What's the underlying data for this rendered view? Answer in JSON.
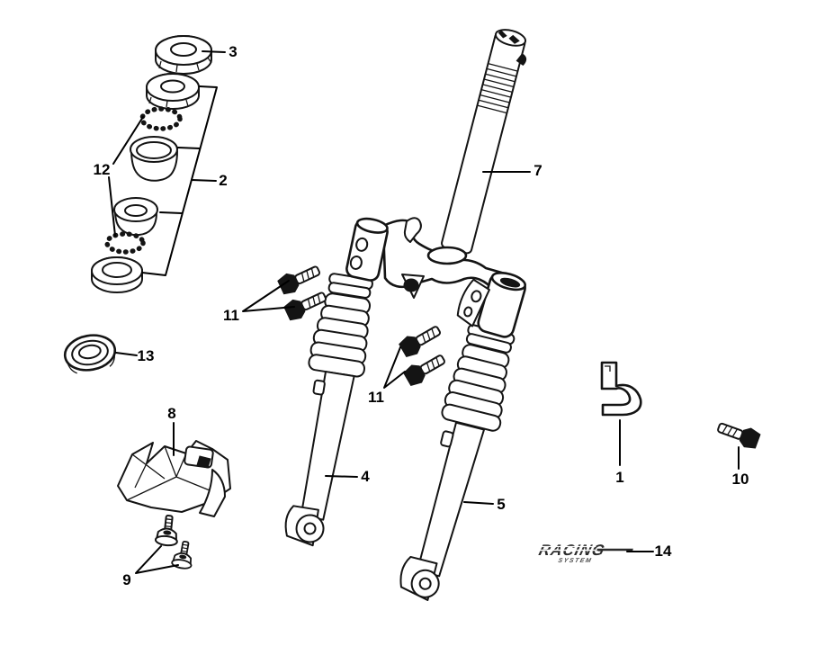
{
  "page": {
    "kind": "exploded-parts-diagram",
    "subject": "front-fork-assembly",
    "colors": {
      "background": "#ffffff",
      "ink": "#141414",
      "label": "#000000"
    }
  },
  "callouts": {
    "c1": "1",
    "c2": "2",
    "c3": "3",
    "c4": "4",
    "c5": "5",
    "c7": "7",
    "c8": "8",
    "c9": "9",
    "c10": "10",
    "c11a": "11",
    "c11b": "11",
    "c12": "12",
    "c13": "13",
    "c14": "14"
  },
  "decal": {
    "brand": "RACING",
    "subtext": "SYSTEM"
  }
}
